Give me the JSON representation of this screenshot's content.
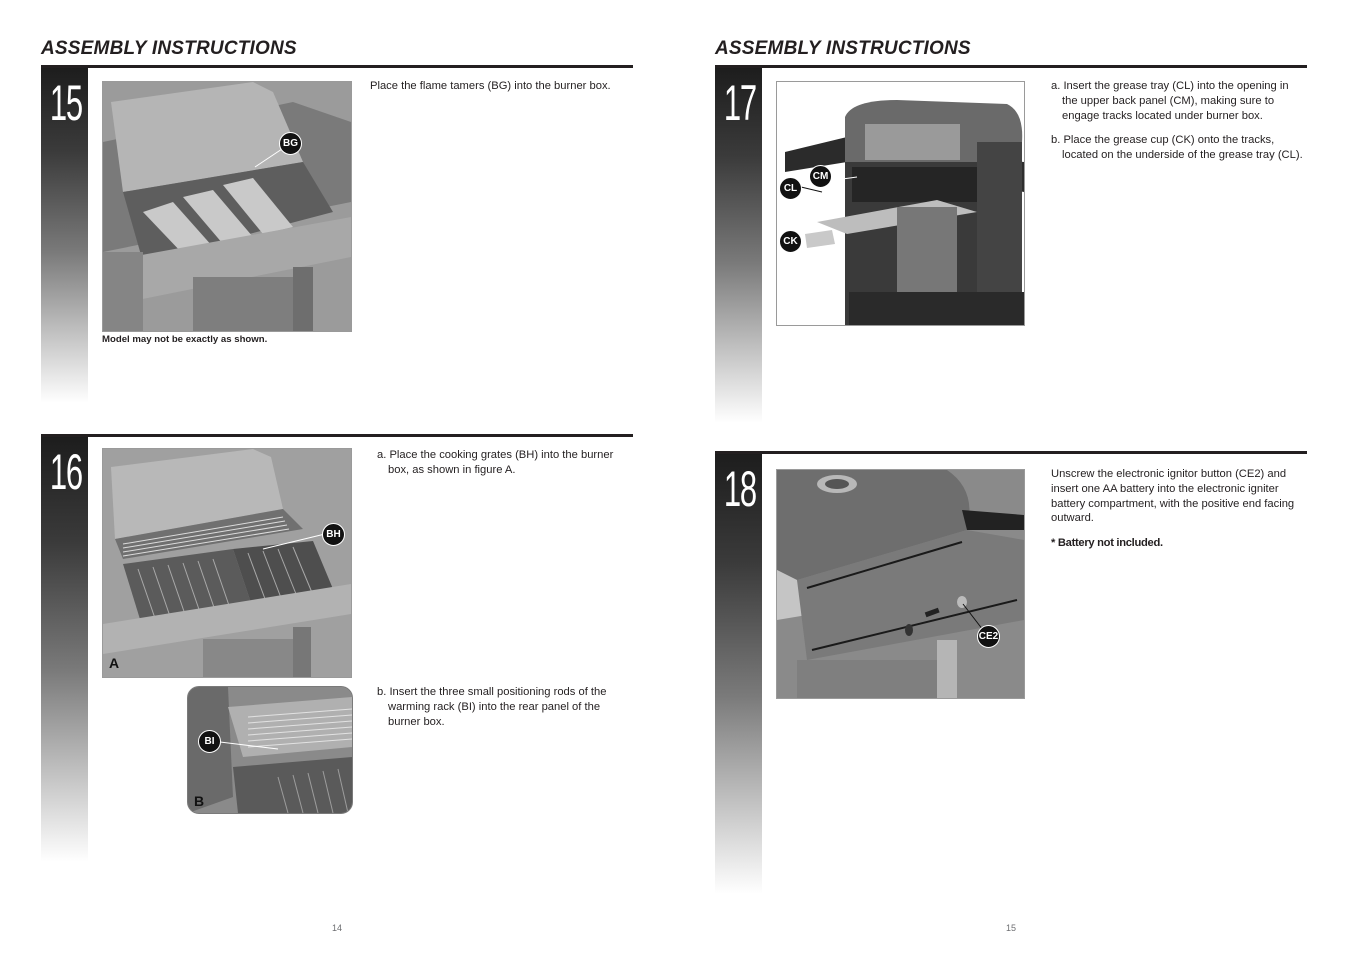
{
  "left_page": {
    "heading": "ASSEMBLY INSTRUCTIONS",
    "page_number": "14",
    "step15": {
      "number": "15",
      "callout_bg": "BG",
      "caption": "Model may not be exactly as shown.",
      "text": "Place the flame tamers (BG) into the burner box."
    },
    "step16": {
      "number": "16",
      "callout_bh": "BH",
      "callout_bi": "BI",
      "label_a": "A",
      "label_b": "B",
      "text_a": "a. Place the cooking grates (BH) into the burner box, as shown in figure A.",
      "text_b": "b. Insert the three small positioning rods of the warming rack (BI) into the rear panel of the burner box."
    }
  },
  "right_page": {
    "heading": "ASSEMBLY INSTRUCTIONS",
    "page_number": "15",
    "step17": {
      "number": "17",
      "callout_cm": "CM",
      "callout_cl": "CL",
      "callout_ck": "CK",
      "text_a": "a. Insert the grease tray (CL) into the opening in the upper back panel (CM), making sure to engage tracks located under burner box.",
      "text_b": "b. Place the grease cup (CK) onto the tracks, located on the underside of the grease tray (CL)."
    },
    "step18": {
      "number": "18",
      "callout_ce2": "CE2",
      "text": "Unscrew the electronic ignitor button (CE2) and insert one AA battery into the electronic igniter battery compartment, with the positive end facing outward.",
      "note": "* Battery not included."
    }
  }
}
